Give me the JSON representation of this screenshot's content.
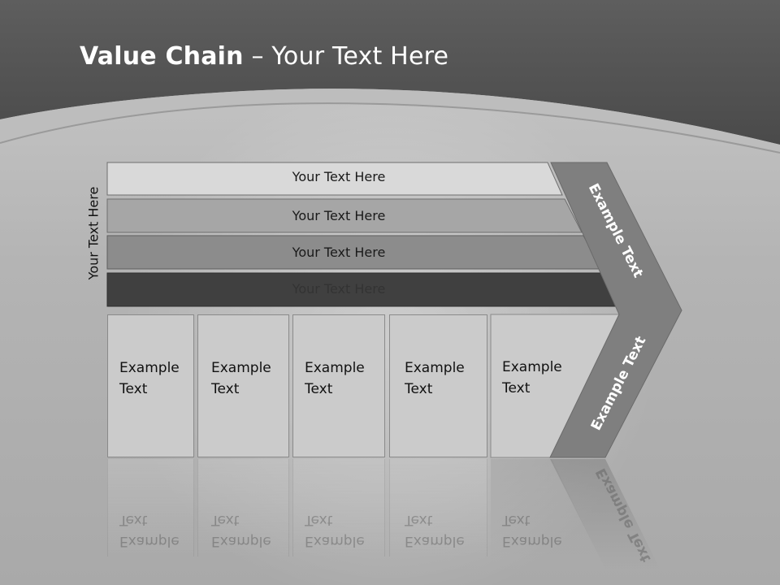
{
  "title": {
    "bold": "Value Chain",
    "rest": " – Your Text Here"
  },
  "vertical_label": "Your Text Here",
  "bars": [
    {
      "label": "Your Text Here"
    },
    {
      "label": "Your Text Here"
    },
    {
      "label": "Your Text Here"
    },
    {
      "label": "Your Text Here"
    }
  ],
  "boxes": [
    {
      "line1": "Example",
      "line2": "Text"
    },
    {
      "line1": "Example",
      "line2": "Text"
    },
    {
      "line1": "Example",
      "line2": "Text"
    },
    {
      "line1": "Example",
      "line2": "Text"
    },
    {
      "line1": "Example",
      "line2": "Text"
    }
  ],
  "arrow": {
    "upper": "Example Text",
    "lower": "Example Text"
  },
  "colors": {
    "header": "#555555",
    "bar1": "#d9d9d9",
    "bar2": "#a6a6a6",
    "bar3": "#8c8c8c",
    "bar4": "#404040",
    "arrow": "#7f7f7f",
    "box": "#cbcbcb"
  }
}
